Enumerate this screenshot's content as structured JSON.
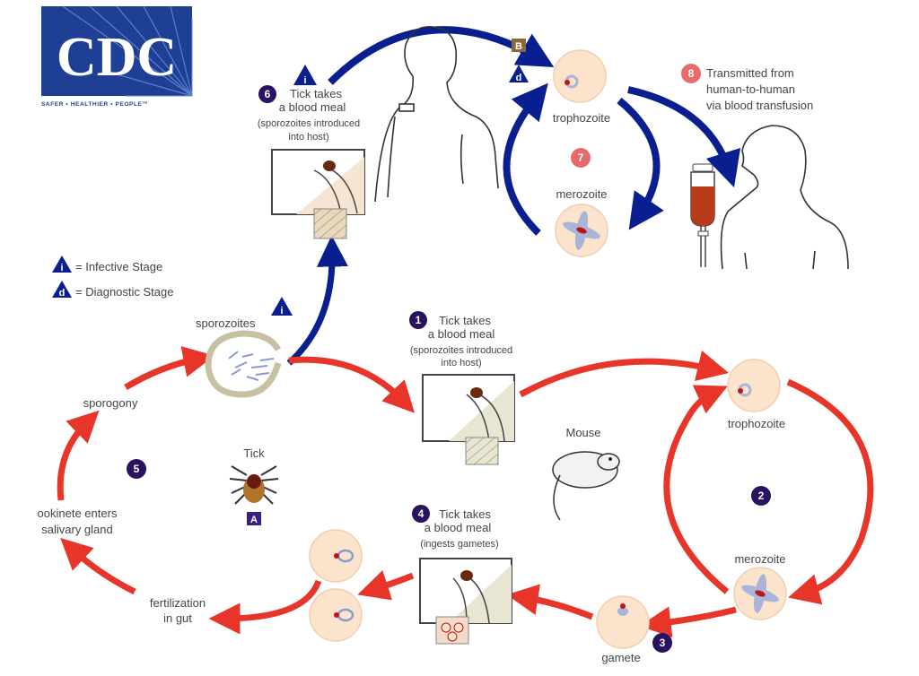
{
  "logo": {
    "text": "CDC",
    "tagline": "SAFER • HEALTHIER • PEOPLE™",
    "color": "#1f3f95"
  },
  "colors": {
    "human_cycle_arrow": "#0a1f8f",
    "tick_mouse_cycle_arrow": "#e8352a",
    "step_badge": "#2a1260",
    "transfusion_badge": "#e86b6b",
    "cell_fill": "#fbe3cc",
    "organism_color": "#a8b4d8",
    "nucleus": "#c0141c",
    "blood": "#b93b1a"
  },
  "legend": {
    "infective": {
      "symbol": "i",
      "label": "= Infective Stage"
    },
    "diagnostic": {
      "symbol": "d",
      "label": "= Diagnostic Stage"
    }
  },
  "steps": {
    "s1": {
      "num": "1",
      "line1": "Tick takes",
      "line2": "a blood meal",
      "line3": "(sporozoites introduced",
      "line4": "into host)"
    },
    "s2": {
      "num": "2"
    },
    "s3": {
      "num": "3"
    },
    "s4": {
      "num": "4",
      "line1": "Tick takes",
      "line2": "a blood meal",
      "line3": "(ingests gametes)"
    },
    "s5": {
      "num": "5"
    },
    "s6": {
      "num": "6",
      "line1": "Tick takes",
      "line2": "a blood meal",
      "line3": "(sporozoites introduced",
      "line4": "into host)"
    },
    "s7": {
      "num": "7"
    },
    "s8": {
      "num": "8",
      "line1": "Transmitted from",
      "line2": "human-to-human",
      "line3": "via blood transfusion"
    }
  },
  "labels": {
    "trophozoite_human": "trophozoite",
    "merozoite_human": "merozoite",
    "trophozoite_mouse": "trophozoite",
    "merozoite_mouse": "merozoite",
    "gamete": "gamete",
    "mouse": "Mouse",
    "tick": "Tick",
    "sporozoites": "sporozoites",
    "sporogony": "sporogony",
    "ookinete_1": "ookinete enters",
    "ookinete_2": "salivary gland",
    "fertilization_1": "fertilization",
    "fertilization_2": "in gut"
  },
  "markers": {
    "tick_letter": "A",
    "human_letter": "B",
    "infective_symbol": "i",
    "diagnostic_symbol": "d"
  }
}
